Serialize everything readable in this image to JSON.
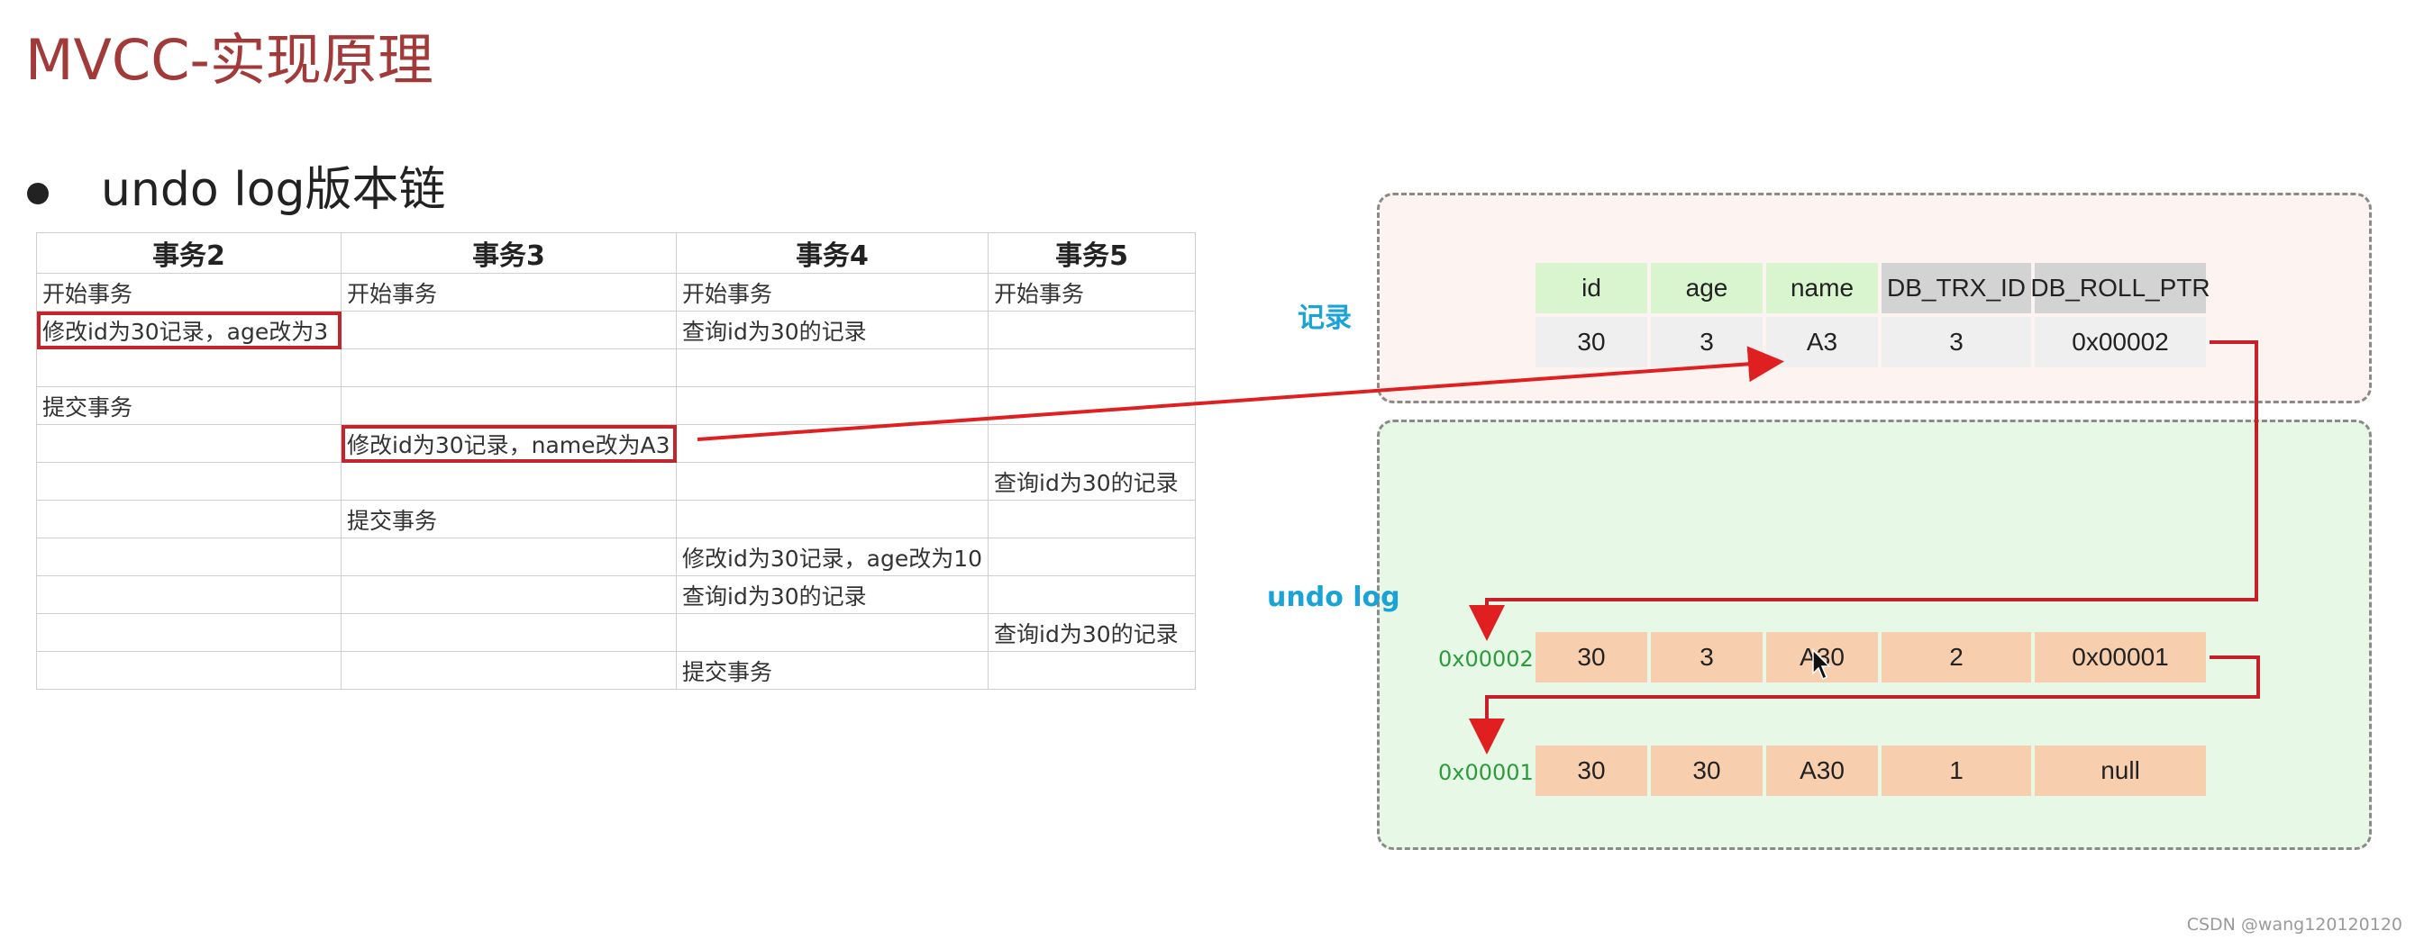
{
  "title": "MVCC-实现原理",
  "bullet": "undo log版本链",
  "table": {
    "headers": [
      "事务2",
      "事务3",
      "事务4",
      "事务5"
    ],
    "rows": [
      [
        "开始事务",
        "开始事务",
        "开始事务",
        "开始事务"
      ],
      [
        "修改id为30记录，age改为3",
        "",
        "查询id为30的记录",
        ""
      ],
      [
        "",
        "",
        "",
        ""
      ],
      [
        "提交事务",
        "",
        "",
        ""
      ],
      [
        "",
        "修改id为30记录，name改为A3",
        "",
        ""
      ],
      [
        "",
        "",
        "",
        "查询id为30的记录"
      ],
      [
        "",
        "提交事务",
        "",
        ""
      ],
      [
        "",
        "",
        "修改id为30记录，age改为10",
        ""
      ],
      [
        "",
        "",
        "查询id为30的记录",
        ""
      ],
      [
        "",
        "",
        "",
        "查询id为30的记录"
      ],
      [
        "",
        "",
        "提交事务",
        ""
      ]
    ]
  },
  "record": {
    "label": "记录",
    "headers": [
      "id",
      "age",
      "name",
      "DB_TRX_ID",
      "DB_ROLL_PTR"
    ],
    "values": [
      "30",
      "3",
      "A3",
      "3",
      "0x00002"
    ]
  },
  "undo_log": {
    "label": "undo log",
    "rows": [
      {
        "address": "0x00002",
        "values": [
          "30",
          "3",
          "A30",
          "2",
          "0x00001"
        ]
      },
      {
        "address": "0x00001",
        "values": [
          "30",
          "30",
          "A30",
          "1",
          "null"
        ]
      }
    ]
  },
  "colors": {
    "title": "#a33a3a",
    "highlight": "#c0262c",
    "arrow": "#e02020",
    "label_blue": "#1aa3d6",
    "address_green": "#2e9a3e",
    "header_green": "#d8f5d0",
    "header_grey": "#d3d3d3",
    "undo_cell": "#f8cfae"
  },
  "watermark": "CSDN @wang120120120"
}
